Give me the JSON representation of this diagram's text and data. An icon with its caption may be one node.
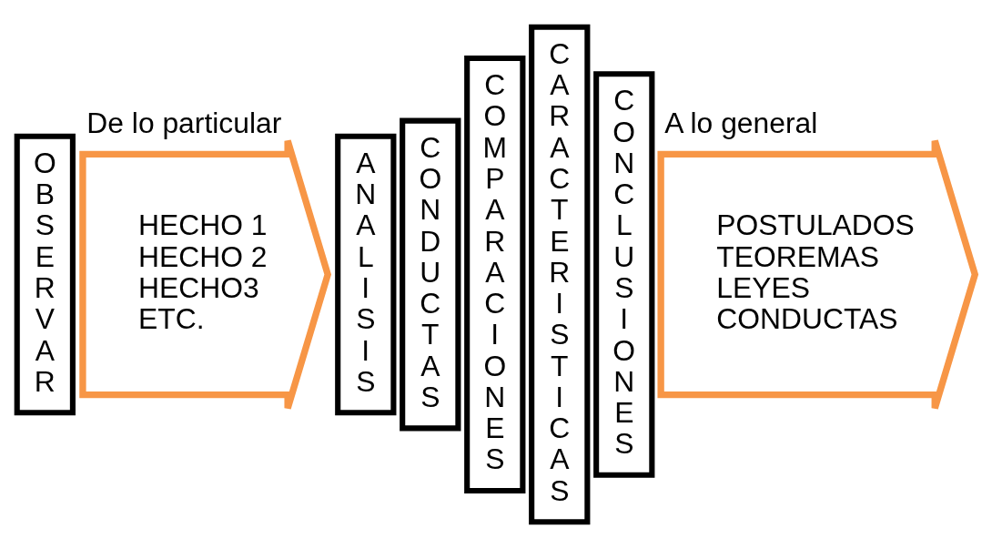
{
  "diagram": {
    "nodes": [
      {
        "text": [
          "OBSERVAR"
        ]
      },
      {
        "text": [
          "HECHO 1",
          "HECHO 2",
          "HECHO3",
          "ETC."
        ],
        "beside": [
          "De lo particular"
        ]
      },
      {
        "text": [
          "ANALISIS"
        ]
      },
      {
        "text": [
          "CONDUCTAS"
        ]
      },
      {
        "text": [
          "COMPARACIONES"
        ]
      },
      {
        "text": [
          "CARACTERISTICAS"
        ]
      },
      {
        "text": [
          "CONCLUSIONES"
        ]
      },
      {
        "text": [
          "POSTULADOS",
          "TEOREMAS",
          "LEYES",
          "CONDUCTAS"
        ],
        "beside": [
          "A lo general"
        ]
      }
    ]
  }
}
